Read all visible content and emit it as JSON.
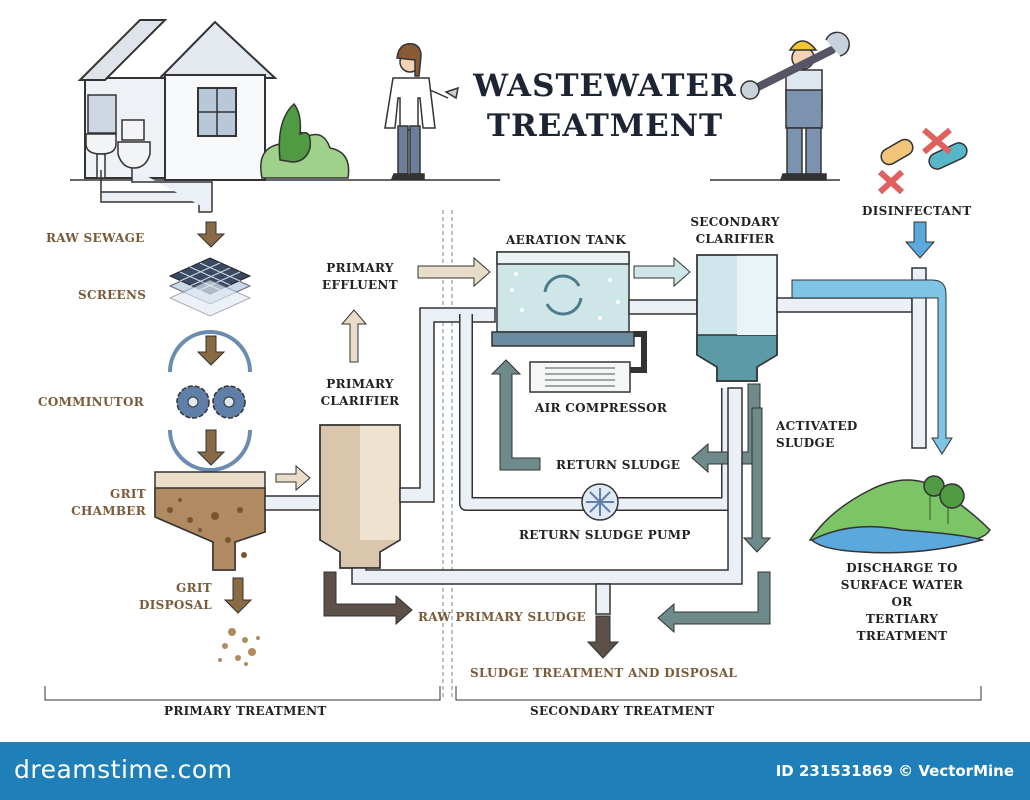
{
  "title": {
    "line1": "WASTEWATER",
    "line2": "TREATMENT"
  },
  "labels": {
    "raw_sewage": "RAW SEWAGE",
    "screens": "SCREENS",
    "comminutor": "COMMINUTOR",
    "grit_chamber_1": "GRIT",
    "grit_chamber_2": "CHAMBER",
    "grit_disposal_1": "GRIT",
    "grit_disposal_2": "DISPOSAL",
    "primary_effluent_1": "PRIMARY",
    "primary_effluent_2": "EFFLUENT",
    "primary_clarifier_1": "PRIMARY",
    "primary_clarifier_2": "CLARIFIER",
    "aeration_tank": "AERATION TANK",
    "secondary_clarifier_1": "SECONDARY",
    "secondary_clarifier_2": "CLARIFIER",
    "disinfectant": "DISINFECTANT",
    "air_compressor": "AIR COMPRESSOR",
    "activated_sludge_1": "ACTIVATED",
    "activated_sludge_2": "SLUDGE",
    "return_sludge": "RETURN SLUDGE",
    "return_sludge_pump": "RETURN SLUDGE PUMP",
    "raw_primary_sludge": "RAW PRIMARY SLUDGE",
    "sludge_treatment": "SLUDGE TREATMENT AND DISPOSAL",
    "discharge_1": "DISCHARGE TO",
    "discharge_2": "SURFACE WATER",
    "discharge_3": "OR",
    "discharge_4": "TERTIARY",
    "discharge_5": "TREATMENT",
    "primary_treatment": "PRIMARY TREATMENT",
    "secondary_treatment": "SECONDARY TREATMENT"
  },
  "footer": {
    "brand": "dreamstime.com",
    "meta": "ID 231531869 © VectorMine"
  },
  "colors": {
    "footer": "#1f7fb8",
    "arrow_brown": "#8a6a45",
    "water_blue": "#7ec4e6",
    "text_brown": "#7a5a38"
  }
}
